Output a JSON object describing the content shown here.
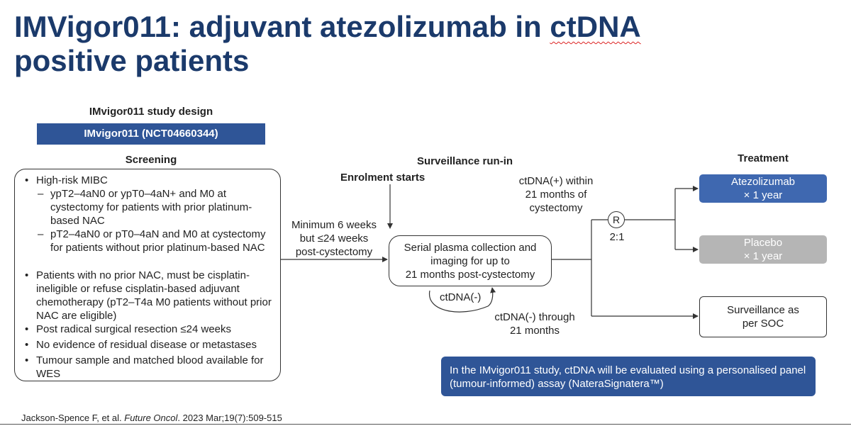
{
  "slide": {
    "title_part1": "IMVigor011: adjuvant atezolizumab in ",
    "title_ctdna": "ctDNA",
    "title_part2": "positive patients"
  },
  "diagram": {
    "study_design_label": "IMvigor011 study design",
    "study_bar": "IMvigor011 (NCT04660344)",
    "screening_heading": "Screening",
    "criteria": [
      {
        "bullet": "•",
        "text": "High-risk MIBC"
      },
      {
        "bullet": "–",
        "text": "ypT2–4aN0 or ypT0–4aN+ and M0 at cystectomy for patients with prior platinum-based NAC"
      },
      {
        "bullet": "–",
        "text": "pT2–4aN0 or pT0–4aN and M0 at cystectomy for patients without prior platinum-based NAC"
      },
      {
        "bullet": "•",
        "text": "Patients with no prior NAC, must be cisplatin-ineligible or refuse cisplatin-based adjuvant chemotherapy (pT2–T4a M0 patients without prior NAC are eligible)"
      },
      {
        "bullet": "•",
        "text": "Post radical surgical resection ≤24 weeks"
      },
      {
        "bullet": "•",
        "text": "No evidence of residual disease or metastases"
      },
      {
        "bullet": "•",
        "text": "Tumour sample and matched blood available for WES"
      }
    ],
    "timing_line1": "Minimum 6 weeks",
    "timing_line2": "but ≤24 weeks",
    "timing_line3": "post-cystectomy",
    "surveillance_runin": "Surveillance run-in",
    "enrolment_starts": "Enrolment starts",
    "serial_line1": "Serial plasma collection and",
    "serial_line2": "imaging for up to",
    "serial_line3": "21 months post-cystectomy",
    "ctdna_neg_loop": "ctDNA(-)",
    "ctdna_pos_line1": "ctDNA(+) within",
    "ctdna_pos_line2": "21 months of",
    "ctdna_pos_line3": "cystectomy",
    "randomisation": "R",
    "ratio": "2:1",
    "ctdna_neg_through_line1": "ctDNA(-) through",
    "ctdna_neg_through_line2": "21 months",
    "treatment_heading": "Treatment",
    "atezo_line1": "Atezolizumab",
    "atezo_line2": "× 1 year",
    "placebo_line1": "Placebo",
    "placebo_line2": "× 1 year",
    "surv_line1": "Surveillance as",
    "surv_line2": "per SOC",
    "note": "In the IMvigor011 study, ctDNA will be evaluated using a personalised panel (tumour-informed) assay (NateraSignatera™)",
    "colors": {
      "title": "#1b3a6b",
      "bar": "#2f5597",
      "atezo": "#3f68b0",
      "placebo": "#b5b5b5"
    }
  },
  "citation": {
    "authors": "Jackson-Spence F, et al. ",
    "journal": "Future Oncol",
    "details": ". 2023 Mar;19(7):509-515"
  }
}
